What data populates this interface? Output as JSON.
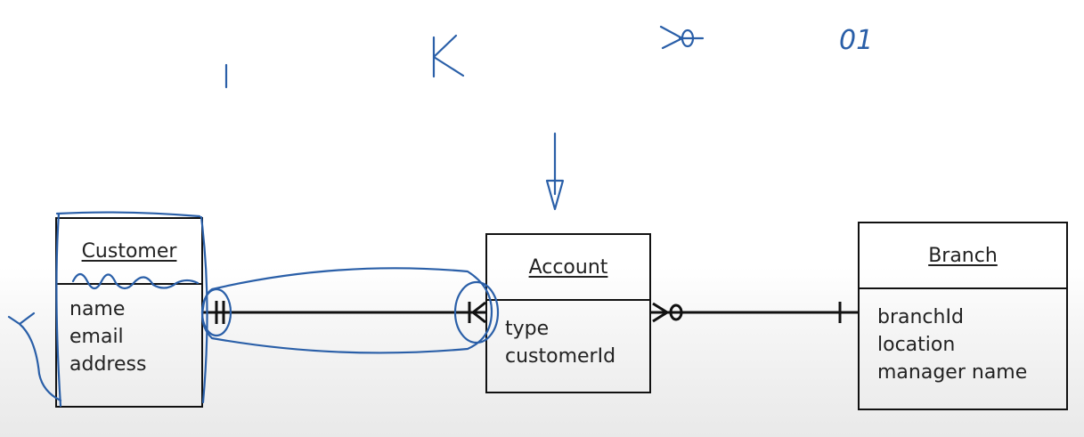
{
  "entities": {
    "customer": {
      "name": "Customer",
      "attributes": [
        "name",
        "email",
        "address"
      ]
    },
    "account": {
      "name": "Account",
      "attributes": [
        "type",
        "customerId"
      ]
    },
    "branch": {
      "name": "Branch",
      "attributes": [
        "branchId",
        "location",
        "manager name"
      ]
    }
  },
  "annotations": {
    "note_01": "01"
  },
  "colors": {
    "line": "#111111",
    "ink": "#2a5fa8"
  }
}
